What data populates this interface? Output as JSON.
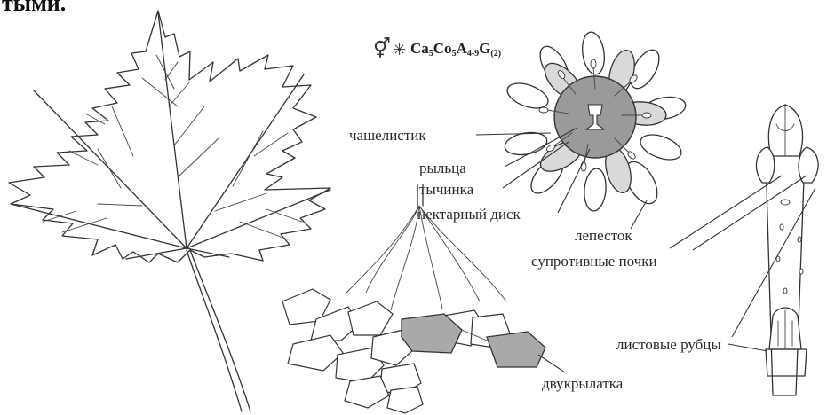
{
  "header_fragment": "тыми.",
  "formula": {
    "symbol": "⚥",
    "star": "✳",
    "text": "Ca5Co5A4-9G(2)",
    "parts": [
      {
        "main": "Ca",
        "sub": "5"
      },
      {
        "main": "Co",
        "sub": "5"
      },
      {
        "main": "A",
        "sub": "4-9"
      },
      {
        "main": "G",
        "sub": "(2)"
      }
    ]
  },
  "labels": {
    "sepal": "чашелистик",
    "stigma": "рыльца",
    "stamen": "тычинка",
    "nectar_disk": "нектарный диск",
    "petal": "лепесток",
    "opposite_buds": "супротивные почки",
    "leaf_scars": "листовые рубцы",
    "samara": "двукрылатка"
  }
}
